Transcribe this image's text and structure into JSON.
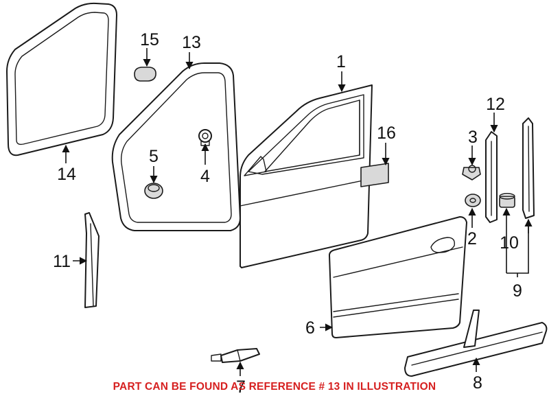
{
  "callouts": {
    "c1": "1",
    "c2": "2",
    "c3": "3",
    "c4": "4",
    "c5": "5",
    "c6": "6",
    "c7": "7",
    "c8": "8",
    "c9": "9",
    "c10": "10",
    "c11": "11",
    "c12": "12",
    "c13": "13",
    "c14": "14",
    "c15": "15",
    "c16": "16"
  },
  "notice": "PART CAN BE FOUND AS REFERENCE # 13 IN ILLUSTRATION",
  "colors": {
    "notice": "#d62020",
    "line": "#1a1a1a"
  }
}
